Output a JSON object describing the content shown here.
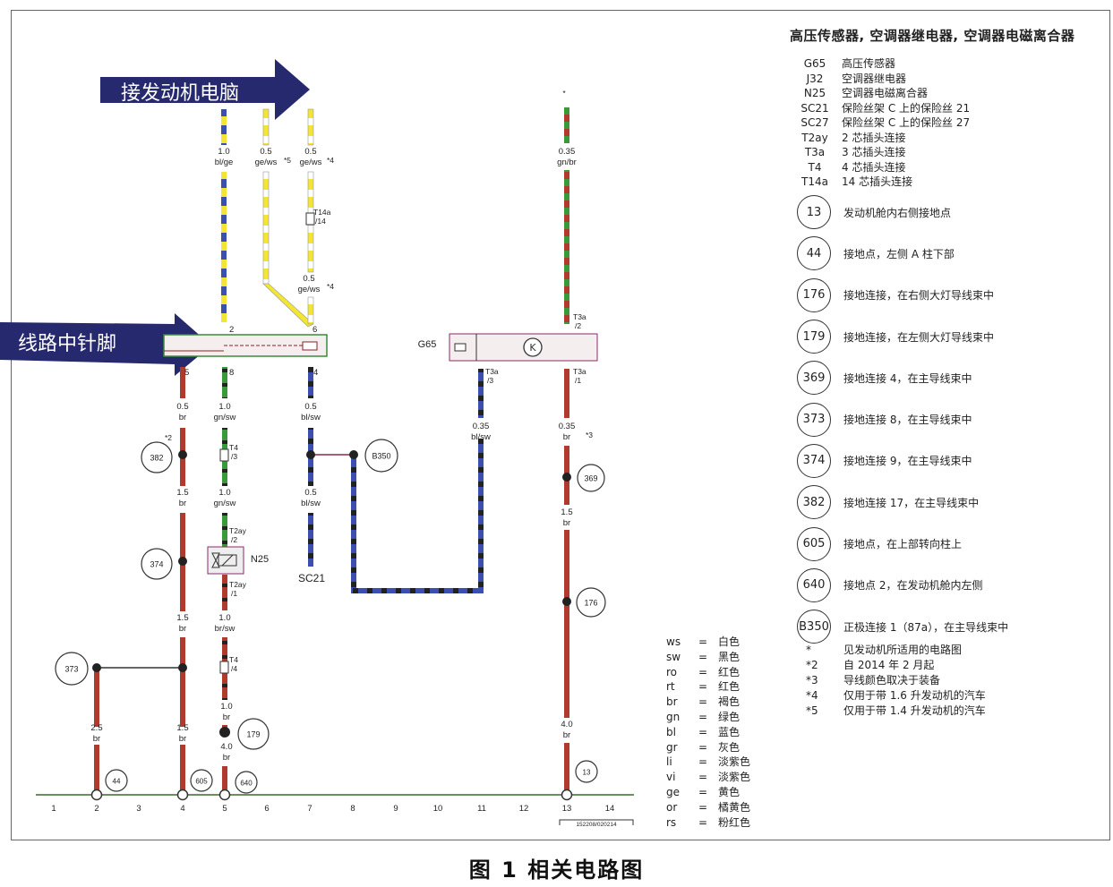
{
  "legend": {
    "title": "高压传感器, 空调器继电器, 空调器电磁离合器",
    "components": [
      {
        "code": "G65",
        "desc": "高压传感器"
      },
      {
        "code": "J32",
        "desc": "空调器继电器"
      },
      {
        "code": "N25",
        "desc": "空调器电磁离合器"
      },
      {
        "code": "SC21",
        "desc": "保险丝架 C 上的保险丝 21"
      },
      {
        "code": "SC27",
        "desc": "保险丝架 C 上的保险丝 27"
      },
      {
        "code": "T2ay",
        "desc": "2 芯插头连接"
      },
      {
        "code": "T3a",
        "desc": "3 芯插头连接"
      },
      {
        "code": "T4",
        "desc": "4 芯插头连接"
      },
      {
        "code": "T14a",
        "desc": "14 芯插头连接"
      }
    ],
    "ground_points": [
      {
        "id": "13",
        "desc": "发动机舱内右侧接地点"
      },
      {
        "id": "44",
        "desc": "接地点，左侧 A 柱下部"
      },
      {
        "id": "176",
        "desc": "接地连接，在右侧大灯导线束中"
      },
      {
        "id": "179",
        "desc": "接地连接，在左侧大灯导线束中"
      },
      {
        "id": "369",
        "desc": "接地连接 4，在主导线束中"
      },
      {
        "id": "373",
        "desc": "接地连接 8，在主导线束中"
      },
      {
        "id": "374",
        "desc": "接地连接 9，在主导线束中"
      },
      {
        "id": "382",
        "desc": "接地连接 17，在主导线束中"
      },
      {
        "id": "605",
        "desc": "接地点，在上部转向柱上"
      },
      {
        "id": "640",
        "desc": "接地点 2，在发动机舱内左侧"
      },
      {
        "id": "B350",
        "desc": "正极连接 1（87a），在主导线束中"
      }
    ],
    "notes": [
      {
        "mark": "*",
        "desc": "见发动机所适用的电路图"
      },
      {
        "mark": "*2",
        "desc": "自 2014 年 2 月起"
      },
      {
        "mark": "*3",
        "desc": "导线颜色取决于装备"
      },
      {
        "mark": "*4",
        "desc": "仅用于带 1.6 升发动机的汽车"
      },
      {
        "mark": "*5",
        "desc": "仅用于带 1.4 升发动机的汽车"
      }
    ]
  },
  "color_codes": [
    {
      "code": "ws",
      "meaning": "白色"
    },
    {
      "code": "sw",
      "meaning": "黑色"
    },
    {
      "code": "ro",
      "meaning": "红色"
    },
    {
      "code": "rt",
      "meaning": "红色"
    },
    {
      "code": "br",
      "meaning": "褐色"
    },
    {
      "code": "gn",
      "meaning": "绿色"
    },
    {
      "code": "bl",
      "meaning": "蓝色"
    },
    {
      "code": "gr",
      "meaning": "灰色"
    },
    {
      "code": "li",
      "meaning": "淡紫色"
    },
    {
      "code": "vi",
      "meaning": "淡紫色"
    },
    {
      "code": "ge",
      "meaning": "黄色"
    },
    {
      "code": "or",
      "meaning": "橘黄色"
    },
    {
      "code": "rs",
      "meaning": "粉红色"
    }
  ],
  "callouts": {
    "ecu": "接发动机电脑",
    "pin": "线路中针脚"
  },
  "colors": {
    "callout": "#26296e",
    "br": "#b03a2e",
    "gn": "#3a9a3a",
    "bl": "#3a4fb0",
    "sw": "#222222",
    "ge": "#f2e630",
    "ws": "#ffffff"
  },
  "schematic": {
    "labels": {
      "w_blge": [
        "1.0",
        "bl/ge"
      ],
      "w_gews1": [
        "0.5",
        "ge/ws"
      ],
      "w_gews2": [
        "0.5",
        "ge/ws"
      ],
      "w_gews3": [
        "0.5",
        "ge/ws"
      ],
      "w_gnbr": [
        "0.35",
        "gn/br"
      ],
      "w_br05": [
        "0.5",
        "br"
      ],
      "w_gnsw1": [
        "1.0",
        "gn/sw"
      ],
      "w_blsw05a": [
        "0.5",
        "bl/sw"
      ],
      "w_blsw05b": [
        "0.5",
        "bl/sw"
      ],
      "w_blsw035": [
        "0.35",
        "bl/sw"
      ],
      "w_br035": [
        "0.35",
        "br"
      ],
      "w_br15a": [
        "1.5",
        "br"
      ],
      "w_gnsw2": [
        "1.0",
        "gn/sw"
      ],
      "w_br15b": [
        "1.5",
        "br"
      ],
      "w_brsw": [
        "1.0",
        "br/sw"
      ],
      "w_br15c": [
        "1.5",
        "br"
      ],
      "w_br25": [
        "2.5",
        "br"
      ],
      "w_br15d": [
        "1.5",
        "br"
      ],
      "w_br10": [
        "1.0",
        "br"
      ],
      "w_br40a": [
        "4.0",
        "br"
      ],
      "w_br40b": [
        "4.0",
        "br"
      ]
    },
    "components": {
      "g65": "G65",
      "n25": "N25",
      "sc21": "SC21"
    },
    "pins": {
      "t14a": [
        "T14a",
        "/14"
      ],
      "t3a2": [
        "T3a",
        "/2"
      ],
      "t3a3": [
        "T3a",
        "/3"
      ],
      "t3a1": [
        "T3a",
        "/1"
      ],
      "t4_3": [
        "T4",
        "/3"
      ],
      "t2ay2": [
        "T2ay",
        "/2"
      ],
      "t2ay1": [
        "T2ay",
        "/1"
      ],
      "t4_4": [
        "T4",
        "/4"
      ],
      "j32_2": "2",
      "j32_6": "6",
      "j32_5": "5",
      "j32_8": "8",
      "j32_4": "4"
    },
    "footnotes": {
      "f5": "*5",
      "f4a": "*4",
      "f4b": "*4",
      "f2": "*2",
      "f3": "*3",
      "star": "*"
    },
    "ground_markers": [
      "382",
      "374",
      "373",
      "44",
      "605",
      "640",
      "179",
      "B350",
      "369",
      "176",
      "13"
    ],
    "track_numbers": [
      "1",
      "2",
      "3",
      "4",
      "5",
      "6",
      "7",
      "8",
      "9",
      "10",
      "11",
      "12",
      "13",
      "14"
    ],
    "drawing_id": "152208/020214"
  },
  "caption": "图 1 相关电路图"
}
